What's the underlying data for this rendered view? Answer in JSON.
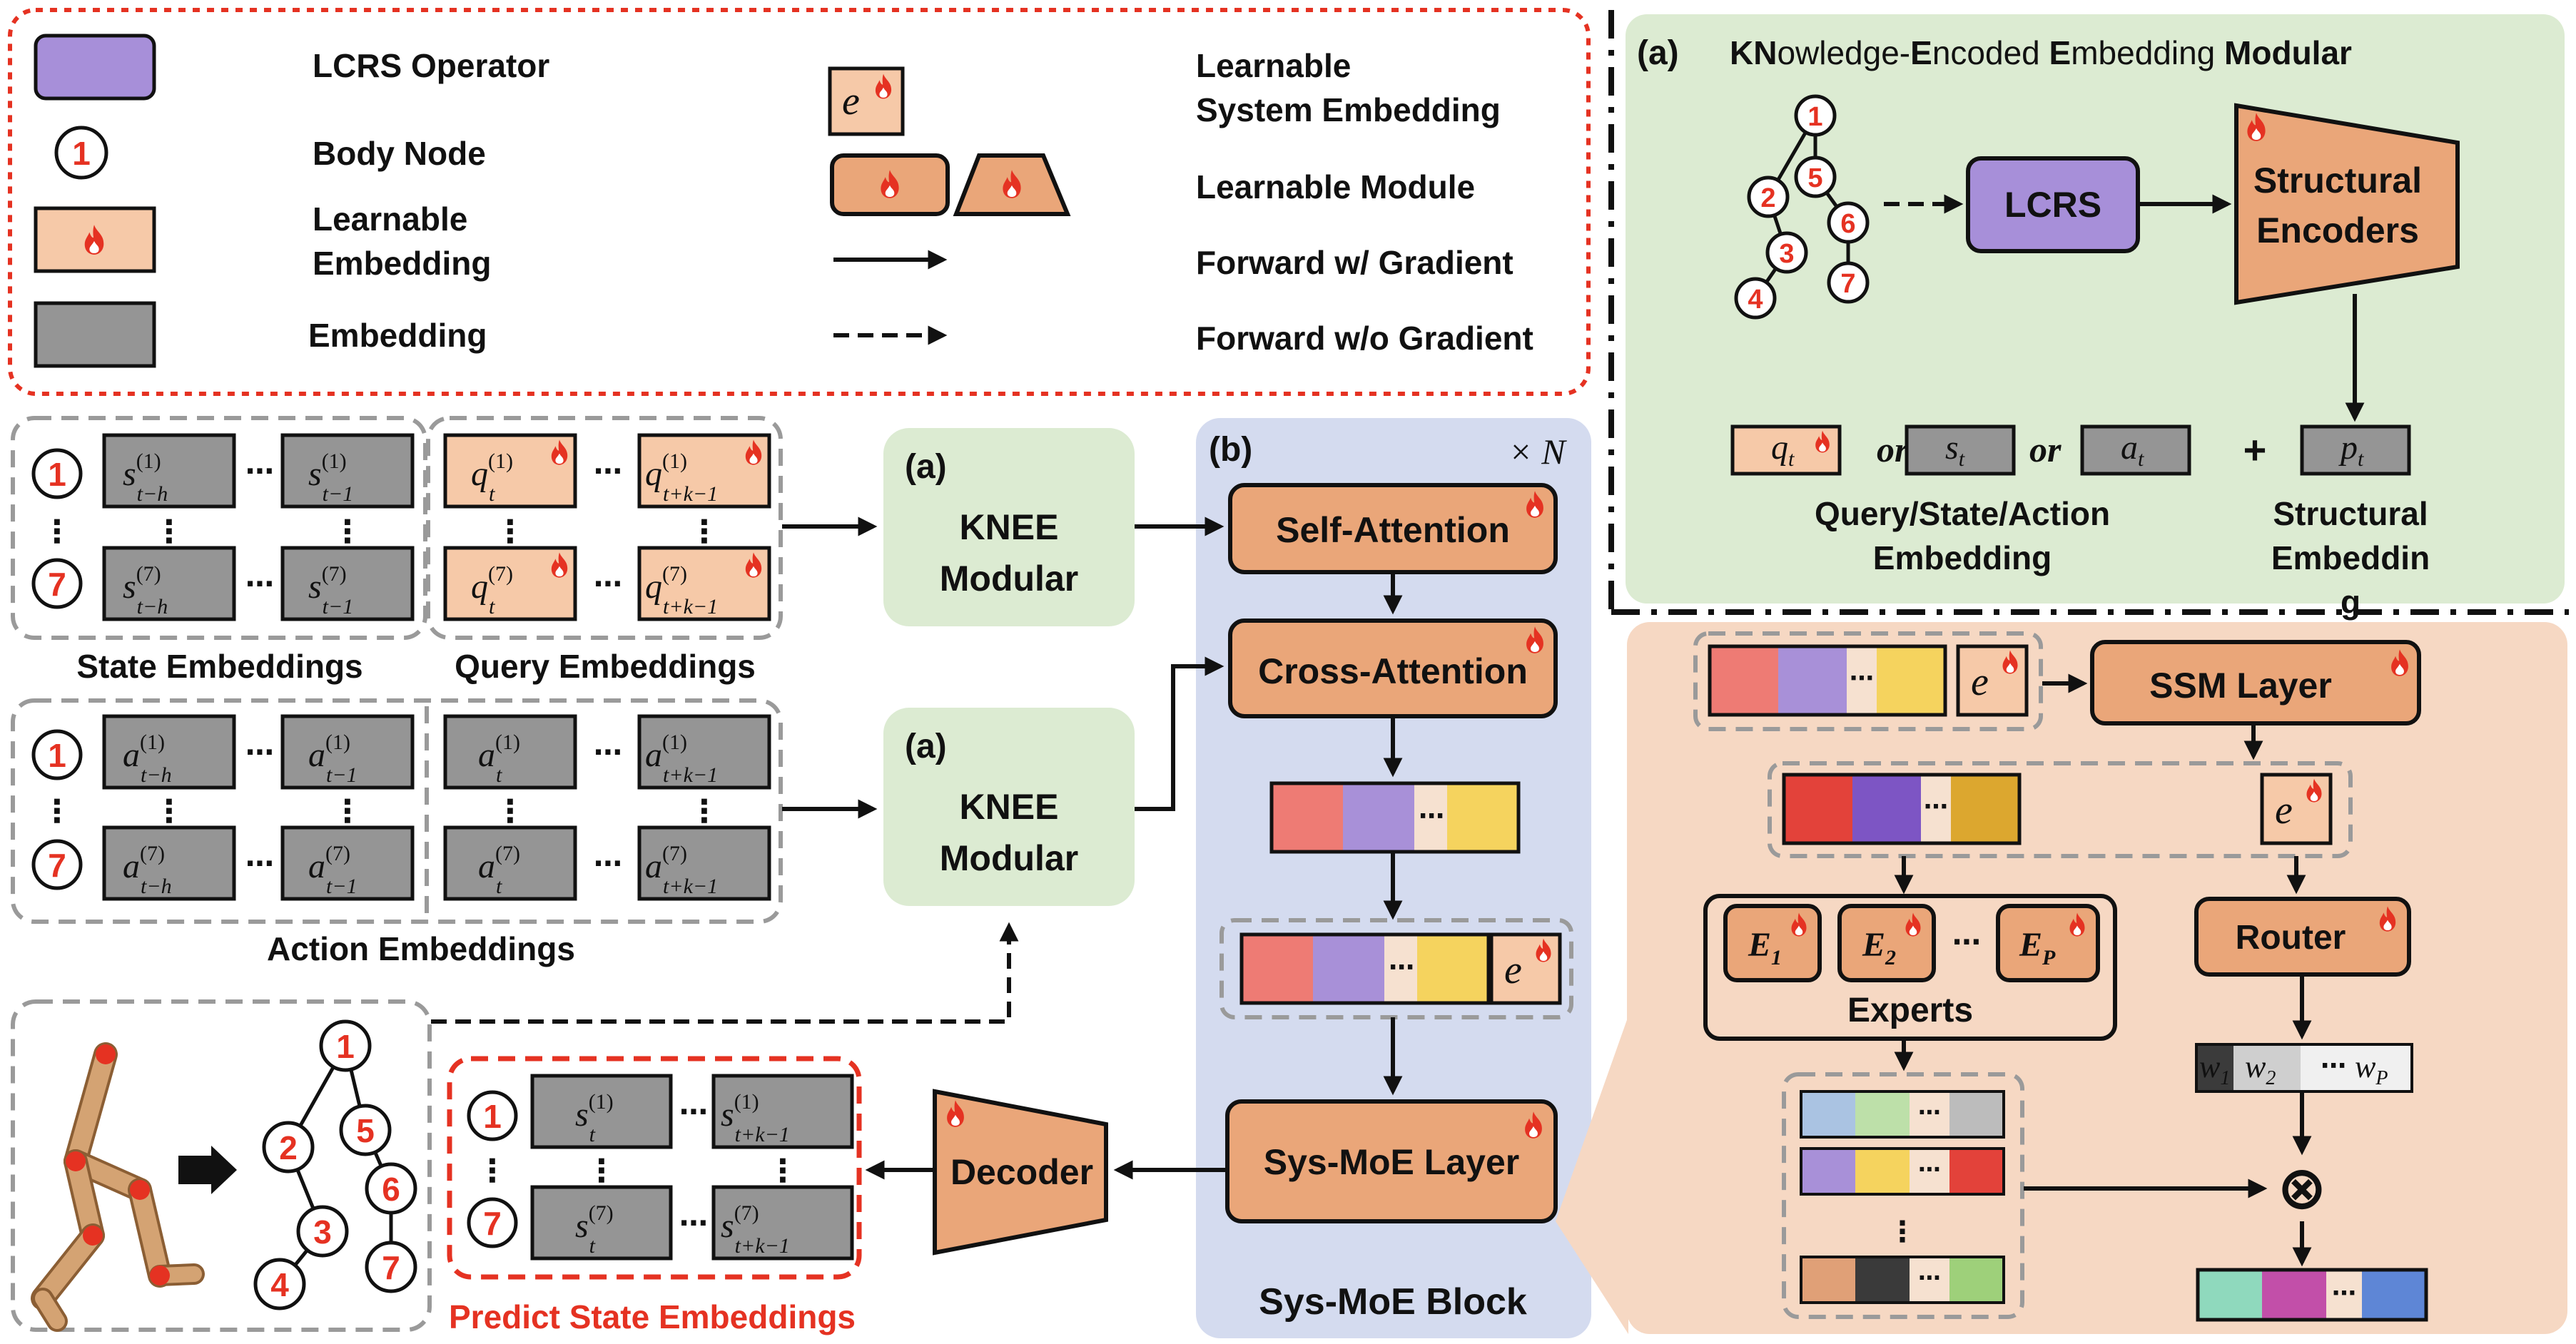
{
  "legend": {
    "lcrs_operator": "LCRS Operator",
    "body_node": "Body Node",
    "learnable_embedding_1": "Learnable",
    "learnable_embedding_2": "Embedding",
    "embedding": "Embedding",
    "learnable_system_embedding_1": "Learnable",
    "learnable_system_embedding_2": "System Embedding",
    "learnable_module": "Learnable Module",
    "forward_with_gradient": "Forward w/ Gradient",
    "forward_without_gradient": "Forward w/o Gradient",
    "node_example": "1"
  },
  "knee": {
    "panel_label": "(a)",
    "title_parts": [
      "KN",
      "owledge-",
      "E",
      "ncoded ",
      "E",
      "mbedding ",
      "Modular"
    ],
    "lcrs": "LCRS",
    "structural_encoders_1": "Structural",
    "structural_encoders_2": "Encoders",
    "or_1": "or",
    "or_2": "or",
    "plus": "+",
    "query_state_action_1": "Query/State/Action",
    "query_state_action_2": "Embedding",
    "structural_embedding_1": "Structural",
    "structural_embedding_2": "Embeddin",
    "structural_embedding_3": "g"
  },
  "tree_nodes": [
    "1",
    "2",
    "3",
    "4",
    "5",
    "6",
    "7"
  ],
  "embeddings": {
    "node_top": "1",
    "node_bottom": "7",
    "dots": "⋯",
    "vdots": "⋮",
    "state_caption": "State Embeddings",
    "query_caption": "Query Embeddings",
    "action_caption": "Action Embeddings",
    "predict_caption": "Predict State Embeddings",
    "sup_1": "(1)",
    "sup_7": "(7)",
    "sub_t_minus_h": "t−h",
    "sub_t_minus_1": "t−1",
    "sub_t": "t",
    "sub_t_plus_k_minus_1": "t+k−1"
  },
  "knee_modules": {
    "label": "(a)",
    "line1": "KNEE",
    "line2": "Modular"
  },
  "sysmoe": {
    "panel_label": "(b)",
    "repeat": "× N",
    "self_attention": "Self-Attention",
    "cross_attention": "Cross-Attention",
    "layer": "Sys-MoE Layer",
    "block_caption": "Sys-MoE Block",
    "decoder": "Decoder"
  },
  "moe_detail": {
    "ssm_layer": "SSM Layer",
    "router": "Router",
    "experts": "Experts",
    "e1": "E",
    "e2": "E",
    "ep": "E",
    "e1_sub": "1",
    "e2_sub": "2",
    "ep_sub": "P",
    "w": "w",
    "w1_sub": "1",
    "w2_sub": "2",
    "wp_sub": "P",
    "otimes": "⊗"
  },
  "colors": {
    "lcrs_purple": "#a78fd9",
    "learnable_orange": "#eaa679",
    "learnable_light": "#f6c9a8",
    "embedding_gray": "#959595",
    "knee_green": "#dcebd2",
    "sysmoe_blue": "#d4dbef",
    "moe_peach": "#f6d8c3",
    "highlight_red": "#e53222"
  }
}
